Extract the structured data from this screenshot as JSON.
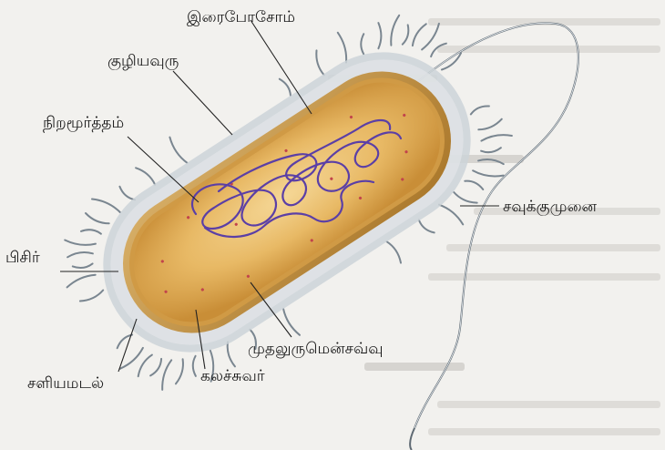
{
  "labels": {
    "ribosome": "இரைபோசோம்",
    "cytoplasm": "குழியவுரு",
    "chromatin": "நிறமூர்த்தம்",
    "flagellum": "சவுக்குமுனை",
    "pilus": "பிசிர்",
    "plasma_membrane": "முதலுருமென்சவ்வு",
    "capsule": "சளியமடல்",
    "cell_wall": "கலச்சுவர்"
  },
  "colors": {
    "background": "#f2f1ee",
    "cytoplasm": "#e7b764",
    "cell_wall": "#b98a3a",
    "capsule": "#cfd3d6",
    "dna": "#5b3fa6",
    "ribosome": "#c2444b",
    "leader_line": "#222222"
  }
}
